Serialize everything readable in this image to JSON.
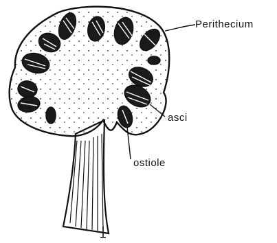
{
  "labels": {
    "perithecium": "Perithecium",
    "asci": "asci",
    "ostiole": "ostiole"
  },
  "colors": {
    "ink": "#111111",
    "background": "#ffffff"
  }
}
